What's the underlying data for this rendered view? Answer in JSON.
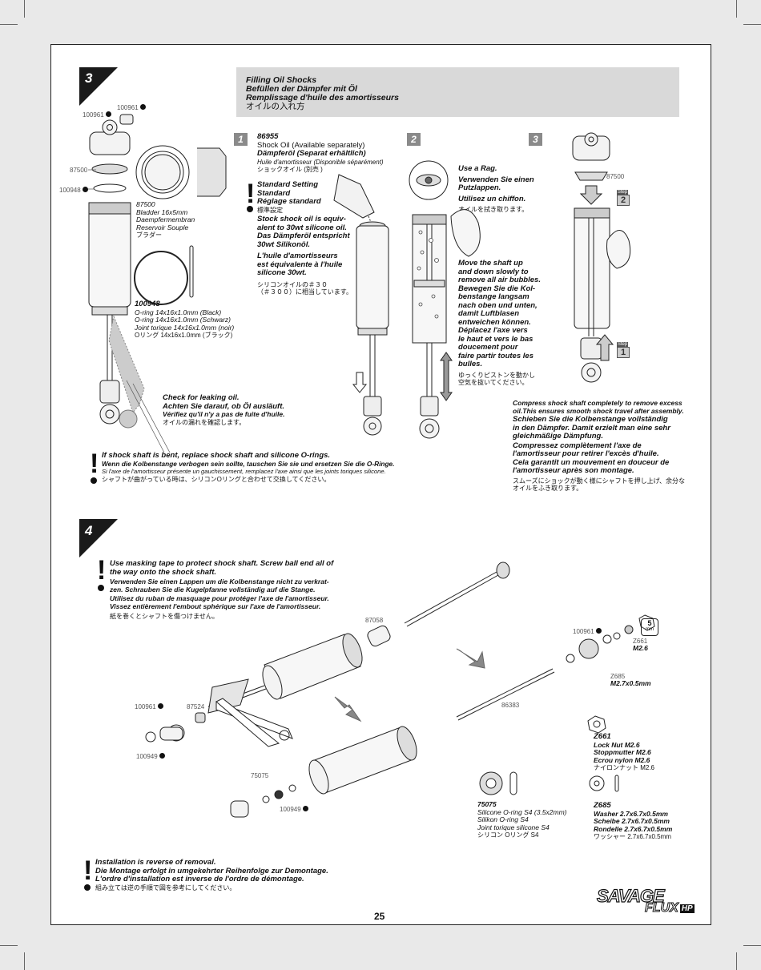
{
  "step3": {
    "number": "3",
    "header": [
      "Filling Oil Shocks",
      "Befüllen der Dämpfer mit Öl",
      "Remplissage d'huile des amortisseurs",
      "オイルの入れ方"
    ],
    "labels": {
      "p100961a": "100961",
      "p100961b": "100961",
      "p87500": "87500",
      "p100948": "100948",
      "p87500r": "87500"
    },
    "bladder": [
      "87500",
      "Bladder 16x5mm",
      "Daempfermembran",
      "Reservoir Souple",
      "ブラダー"
    ],
    "oring": [
      "100948",
      "O-ring 14x16x1.0mm (Black)",
      "O-ring 14x16x1.0mm (Schwarz)",
      "Joint torique 14x16x1.0mm (noir)",
      "Oリング 14x16x1.0mm (ブラック)"
    ],
    "sub1": {
      "badge": "1",
      "oil": [
        "86955",
        "Shock Oil (Available separately)",
        "Dämpferöl (Separat erhältlich)",
        "Huile d'amortisseur (Disponible séparément)",
        "ショックオイル (別売 )"
      ],
      "standard": [
        "Standard Setting",
        "Standard",
        "Réglage standard",
        "標準設定"
      ],
      "desc_en": [
        "Stock shock oil is equiv-",
        "alent to 30wt silicone oil."
      ],
      "desc_de": [
        "Das Dämpferöl entspricht",
        "30wt Silikonöl."
      ],
      "desc_fr": [
        "L'huile d'amortisseurs",
        "est équivalente à l'huile",
        "silicone 30wt."
      ],
      "desc_jp": [
        "シリコンオイルの＃３０",
        "（＃３００）に相当しています。"
      ]
    },
    "sub2": {
      "badge": "2",
      "rag": [
        "Use a Rag.",
        "Verwenden Sie einen",
        "Putzlappen.",
        "Utilisez un chiffon.",
        "オイルを拭き取ります。"
      ],
      "move": [
        "Move the shaft up",
        "and down slowly to",
        "remove all air bubbles.",
        "Bewegen Sie die Kol-",
        "benstange langsam",
        "nach oben und unten,",
        "damit Luftblasen",
        "entweichen können.",
        "Déplacez l'axe vers",
        "le haut et vers le bas",
        "doucement pour",
        "faire partir toutes les",
        "bulles.",
        "ゆっくりピストンを動かし",
        "空気を抜いてください。"
      ]
    },
    "sub3": {
      "badge": "3",
      "step_word": "Step",
      "step2": "2",
      "step1": "1",
      "compress": [
        "Compress shock shaft completely to remove excess",
        "oil.This ensures smooth shock travel after assembly.",
        "Schieben Sie die Kolbenstange vollständig",
        "in den Dämpfer. Damit erzielt man eine sehr",
        "gleichmäßige Dämpfung.",
        "Compressez complètement l'axe de",
        "l'amortisseur pour retirer l'excès d'huile.",
        "Cela garantit un mouvement en douceur de",
        "l'amortisseur après son montage.",
        "スムーズにショックが動く様にシャフトを押し上げ、余分な",
        "オイルをふき取ります。"
      ]
    },
    "leak": [
      "Check for leaking oil.",
      "Achten Sie darauf, ob Öl ausläuft.",
      "Vérifiez qu'il n'y a pas de fuite d'huile.",
      "オイルの漏れを確認します。"
    ],
    "bent": [
      "If shock shaft is bent, replace shock shaft and silicone O-rings.",
      "Wenn die Kolbenstange verbogen sein sollte, tauschen Sie sie und ersetzen Sie die O-Ringe.",
      "Si l'axe de l'amortisseur présente un gauchissement, remplacez l'axe ainsi que les joints toriques silicone.",
      "シャフトが曲がっている時は、シリコンOリングと合わせて交換してください。"
    ]
  },
  "step4": {
    "number": "4",
    "tape": [
      "Use masking tape to protect shock shaft. Screw ball end all of",
      "the way onto the shock shaft.",
      "Verwenden Sie einen Lappen um die Kolbenstange nicht zu verkrat-",
      "zen. Schrauben Sie die Kugelpfanne vollständig auf die Stange.",
      "Utilisez du ruban de masquage pour protéger l'axe de l'amortisseur.",
      "Vissez entièrement l'embout sphérique sur l'axe de l'amortisseur.",
      "紙を巻くとシャフトを傷つけません。"
    ],
    "labels": {
      "p87058": "87058",
      "p100961c": "100961",
      "pZ661": "Z661",
      "pM26": "M2.6",
      "pZ685": "Z685",
      "pM27": "M2.7x0.5mm",
      "p86383": "86383",
      "p100961d": "100961",
      "p87524": "87524",
      "p100949a": "100949",
      "p75075": "75075",
      "p100949b": "100949",
      "wrench": "5",
      "wrench_unit": "mm"
    },
    "silicone": [
      "75075",
      "Silicone O-ring S4 (3.5x2mm)",
      "Silikon O-ring S4",
      "Joint torique silicone S4",
      "シリコン Oリング S4"
    ],
    "locknut": [
      "Z661",
      "Lock Nut M2.6",
      "Stoppmutter M2.6",
      "Ecrou nylon M2.6",
      "ナイロンナット M2.6"
    ],
    "washer": [
      "Z685",
      "Washer 2.7x6.7x0.5mm",
      "Scheibe 2.7x6.7x0.5mm",
      "Rondelle 2.7x6.7x0.5mm",
      "ワッシャー 2.7x6.7x0.5mm"
    ],
    "install": [
      "Installation is reverse of removal.",
      "Die Montage erfolgt in umgekehrter Reihenfolge zur Demontage.",
      "L'ordre d'installation est inverse de l'ordre de démontage.",
      "組み立ては逆の手順で図を参考にしてください。"
    ]
  },
  "footer": {
    "page_number": "25",
    "logo_main": "SAVAGE",
    "logo_sub": "FLUX",
    "logo_hp": "HP"
  }
}
